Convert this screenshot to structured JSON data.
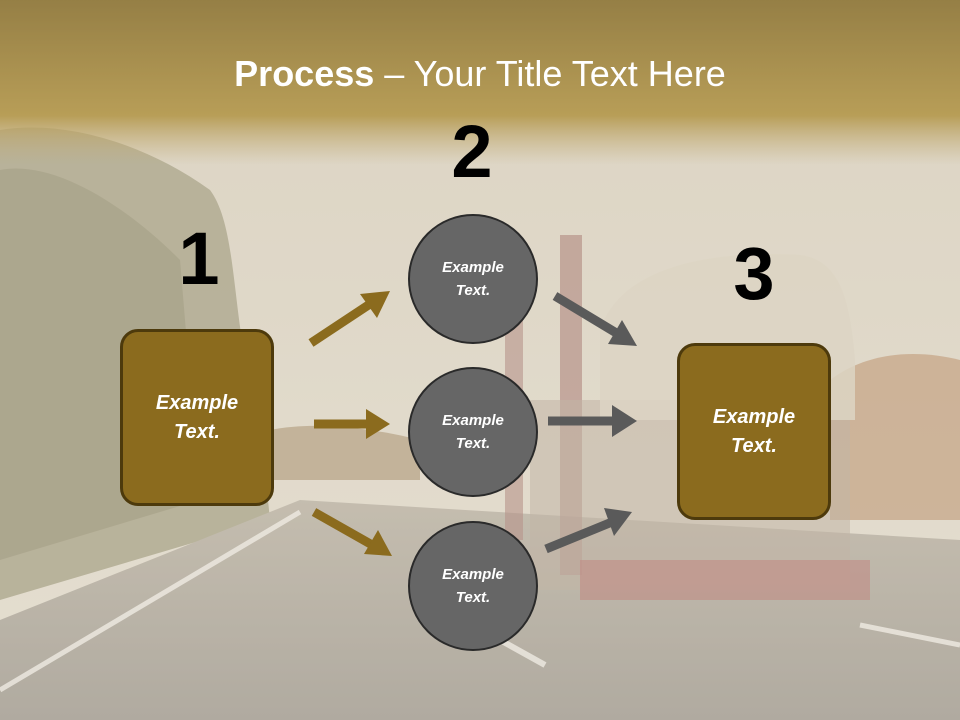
{
  "title": {
    "bold": "Process",
    "rest": " – Your Title Text Here"
  },
  "steps": [
    {
      "number": "1",
      "label": "Example\nText."
    },
    {
      "number": "2"
    },
    {
      "number": "3",
      "label": "Example\nText."
    }
  ],
  "circles": [
    {
      "label": "Example\nText."
    },
    {
      "label": "Example\nText."
    },
    {
      "label": "Example\nText."
    }
  ],
  "colors": {
    "header_band": "#a0802a",
    "box_fill": "#8b6b1e",
    "box_border": "#4d3a0c",
    "circle_fill": "#666666",
    "circle_border": "#2a2a2a",
    "arrow_brown": "#8b6b1e",
    "arrow_gray": "#5a5a5a"
  }
}
